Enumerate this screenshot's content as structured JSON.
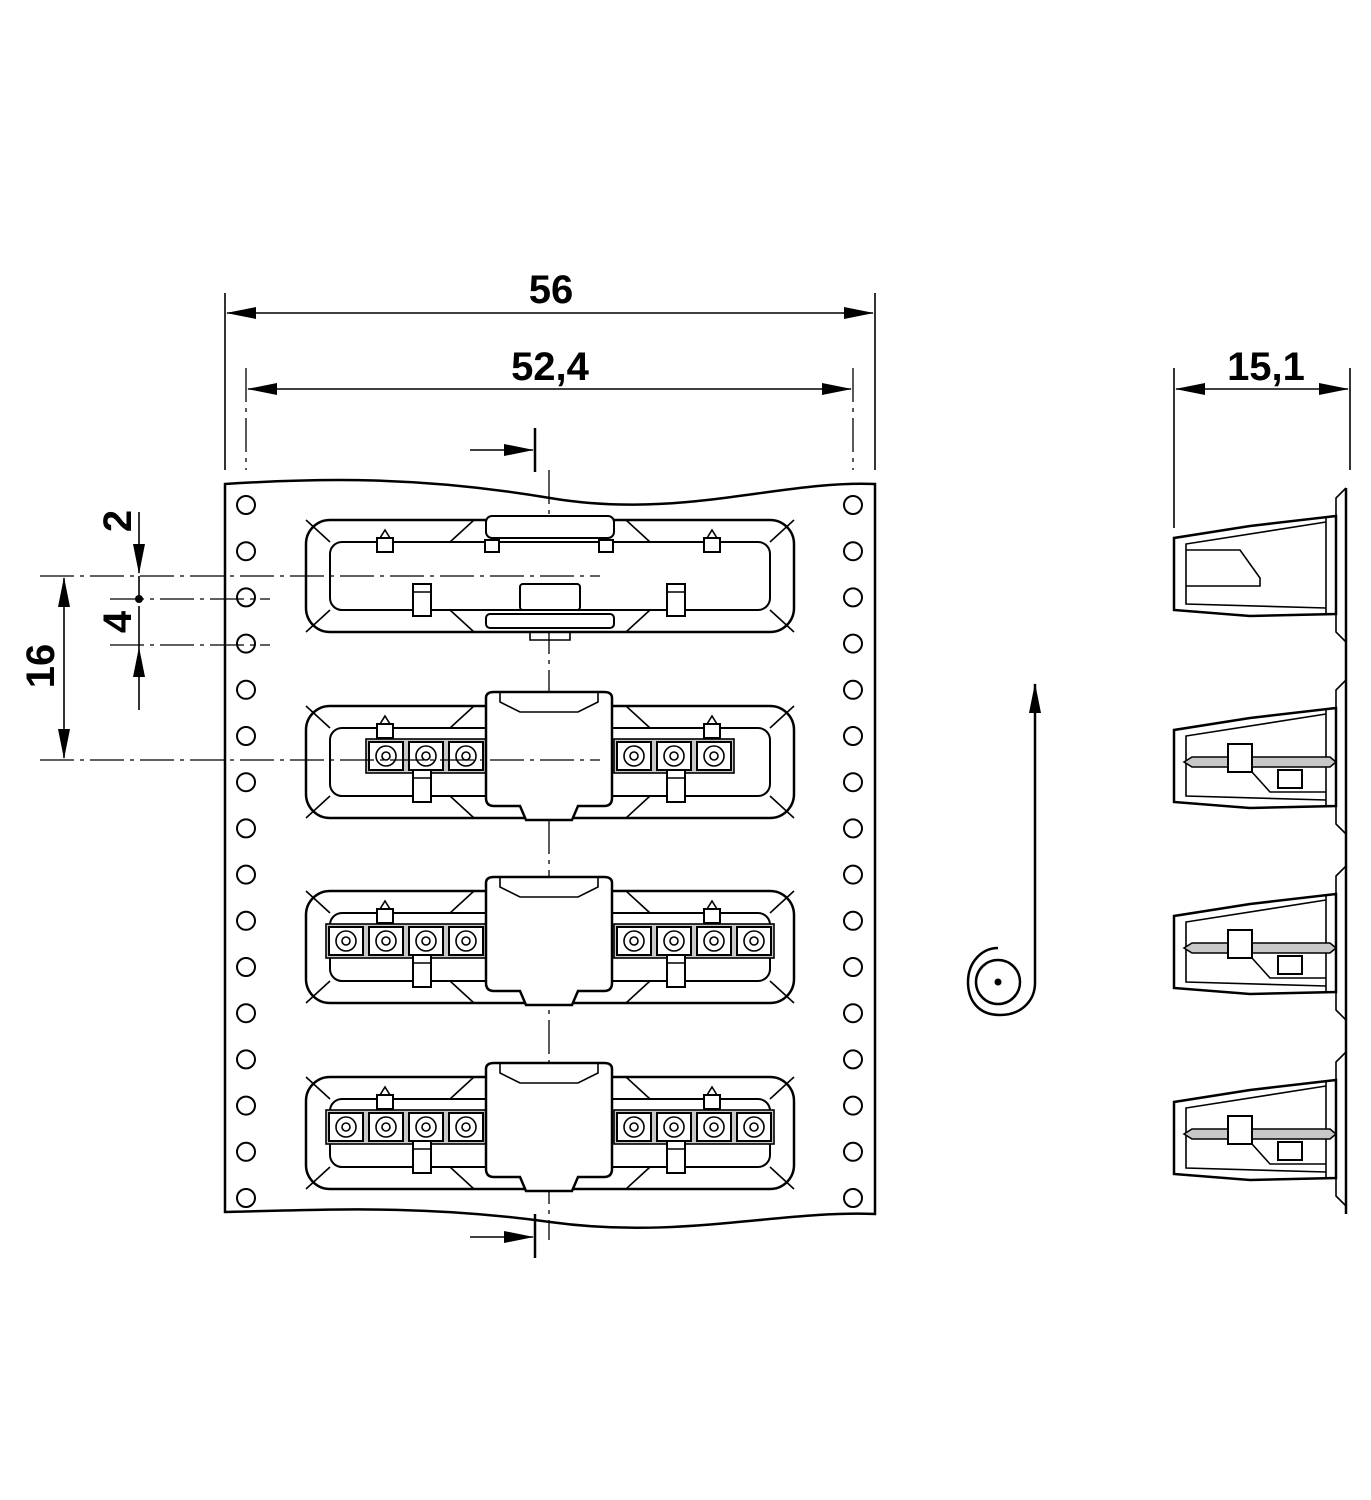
{
  "drawing": {
    "dimensions": {
      "overall_width": "56",
      "hole_pitch_width": "52,4",
      "side_depth": "15,1",
      "hole_offset": "2",
      "hole_pitch": "4",
      "part_pitch": "16"
    },
    "tape_pockets": 4,
    "pins_per_pocket": [
      0,
      6,
      8,
      8
    ],
    "feed_direction": "up",
    "reel_symbol": "reel-icon",
    "line_color": "#000000",
    "background_color": "#ffffff"
  }
}
